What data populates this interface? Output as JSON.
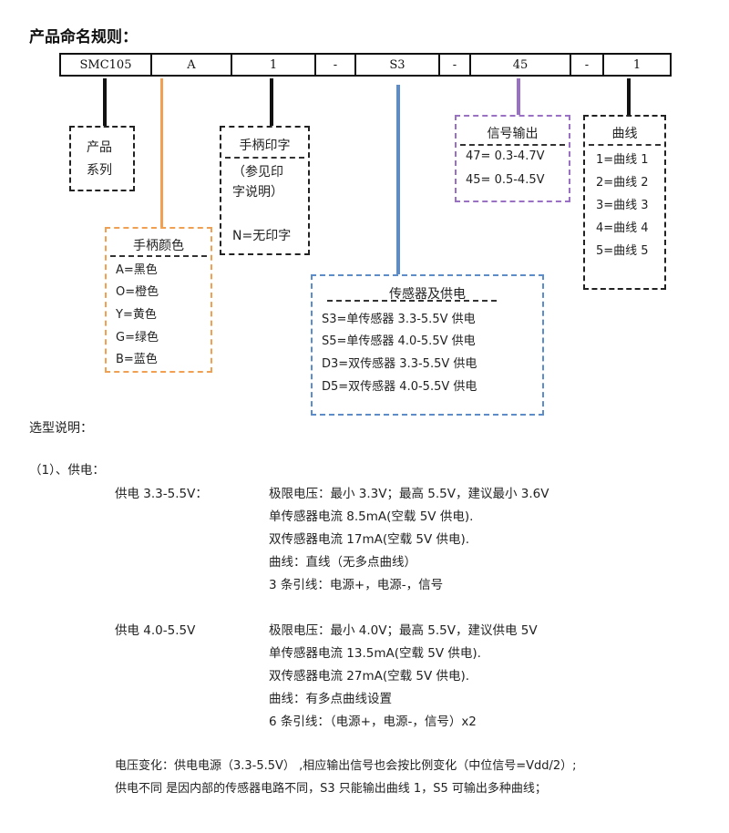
{
  "title": "产品命名规则：",
  "code_cells": [
    "SMC105",
    "A",
    "1",
    "-",
    "S3",
    "-",
    "45",
    "-",
    "1"
  ],
  "boxes": {
    "series": {
      "lines": [
        "产品",
        "系列"
      ]
    },
    "print": {
      "header": "手柄印字",
      "lines": [
        "（参见印",
        "字说明）",
        "N=无印字"
      ]
    },
    "color": {
      "header": "手柄颜色",
      "lines": [
        "A=黑色",
        "O=橙色",
        "Y=黄色",
        "G=绿色",
        "B=蓝色"
      ]
    },
    "sensor": {
      "header": "传感器及供电",
      "lines": [
        "S3=单传感器 3.3-5.5V 供电",
        "S5=单传感器 4.0-5.5V 供电",
        "D3=双传感器 3.3-5.5V 供电",
        "D5=双传感器 4.0-5.5V 供电"
      ]
    },
    "signal": {
      "header": "信号输出",
      "lines": [
        "47= 0.3-4.7V",
        "45= 0.5-4.5V"
      ]
    },
    "curve": {
      "header": "曲线",
      "lines": [
        "1=曲线 1",
        "2=曲线 2",
        "3=曲线 3",
        "4=曲线 4",
        "5=曲线 5"
      ]
    }
  },
  "colors": {
    "orange": "#f0a050",
    "blue": "#5b8ccc",
    "purple": "#9a70c4",
    "black": "#111111"
  },
  "selection": {
    "heading": "选型说明：",
    "item1": "（1）、供电：",
    "group1": {
      "label": "供电 3.3-5.5V：",
      "lines": [
        "极限电压：最小 3.3V；最高 5.5V，建议最小 3.6V",
        "单传感器电流 8.5mA(空载 5V 供电).",
        "双传感器电流 17mA(空载 5V 供电).",
        "曲线：直线（无多点曲线）",
        "3 条引线：电源+，电源-，信号"
      ]
    },
    "group2": {
      "label": "供电 4.0-5.5V",
      "lines": [
        "极限电压：最小 4.0V；最高 5.5V，建议供电 5V",
        "单传感器电流 13.5mA(空载 5V 供电).",
        "双传感器电流 27mA(空载 5V 供电).",
        "曲线：有多点曲线设置",
        "6 条引线：（电源+，电源-，信号）x2"
      ]
    },
    "note1": "电压变化：供电电源（3.3-5.5V） ,相应输出信号也会按比例变化（中位信号=Vdd/2）;",
    "note2": "供电不同 是因内部的传感器电路不同，S3 只能输出曲线 1，S5 可输出多种曲线；"
  }
}
